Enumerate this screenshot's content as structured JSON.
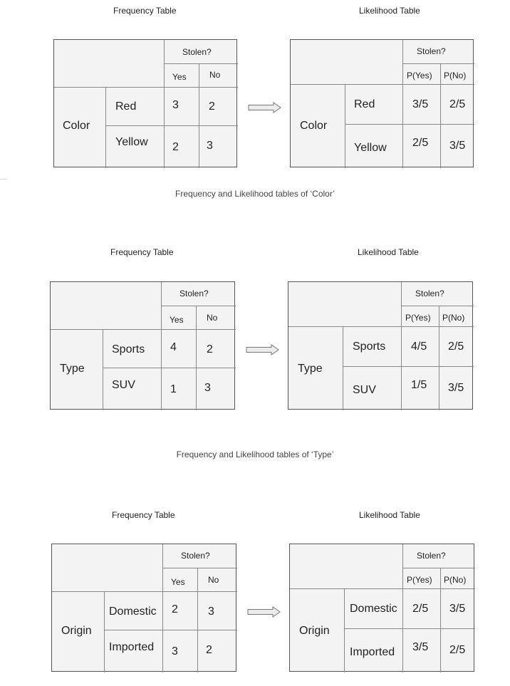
{
  "sections": [
    {
      "freq_title": "Frequency Table",
      "like_title": "Likelihood Table",
      "group_header": "Stolen?",
      "freq_headers": [
        "Yes",
        "No"
      ],
      "like_headers": [
        "P(Yes)",
        "P(No)"
      ],
      "feature": "Color",
      "values": [
        "Red",
        "Yellow"
      ],
      "freq": [
        [
          "3",
          "2"
        ],
        [
          "2",
          "3"
        ]
      ],
      "like": [
        [
          "3/5",
          "2/5"
        ],
        [
          "2/5",
          "3/5"
        ]
      ],
      "caption": "Frequency and Likelihood tables of ‘Color’"
    },
    {
      "freq_title": "Frequency Table",
      "like_title": "Likelihood Table",
      "group_header": "Stolen?",
      "freq_headers": [
        "Yes",
        "No"
      ],
      "like_headers": [
        "P(Yes)",
        "P(No)"
      ],
      "feature": "Type",
      "values": [
        "Sports",
        "SUV"
      ],
      "freq": [
        [
          "4",
          "2"
        ],
        [
          "1",
          "3"
        ]
      ],
      "like": [
        [
          "4/5",
          "2/5"
        ],
        [
          "1/5",
          "3/5"
        ]
      ],
      "caption": "Frequency and Likelihood tables of ‘Type’"
    },
    {
      "freq_title": "Frequency Table",
      "like_title": "Likelihood Table",
      "group_header": "Stolen?",
      "freq_headers": [
        "Yes",
        "No"
      ],
      "like_headers": [
        "P(Yes)",
        "P(No)"
      ],
      "feature": "Origin",
      "values": [
        "Domestic",
        "Imported"
      ],
      "freq": [
        [
          "2",
          "3"
        ],
        [
          "3",
          "2"
        ]
      ],
      "like": [
        [
          "2/5",
          "3/5"
        ],
        [
          "3/5",
          "2/5"
        ]
      ],
      "caption": null
    }
  ]
}
